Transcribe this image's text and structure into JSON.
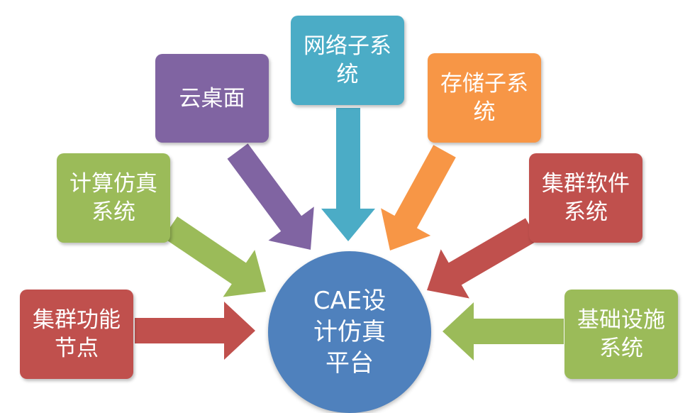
{
  "hub": {
    "label": "CAE设\n计仿真\n平台",
    "color": "#4F81BD"
  },
  "nodes": [
    {
      "id": "cloud-desktop",
      "label": "云桌面",
      "color": "#8064A2"
    },
    {
      "id": "network",
      "label": "网络子系\n统",
      "color": "#4BACC6"
    },
    {
      "id": "storage",
      "label": "存储子系\n统",
      "color": "#F79646"
    },
    {
      "id": "simulation",
      "label": "计算仿真\n系统",
      "color": "#9BBB59"
    },
    {
      "id": "cluster-software",
      "label": "集群软件\n系统",
      "color": "#C0504D"
    },
    {
      "id": "cluster-nodes",
      "label": "集群功能\n节点",
      "color": "#C0504D"
    },
    {
      "id": "infrastructure",
      "label": "基础设施\n系统",
      "color": "#9BBB59"
    }
  ]
}
